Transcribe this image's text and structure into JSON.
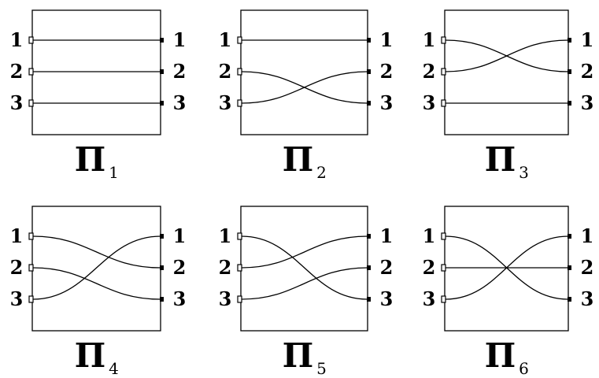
{
  "diagrams": [
    {
      "label_base": "П",
      "label_sub": "1",
      "left_numbers": [
        "1",
        "2",
        "3"
      ],
      "right_numbers": [
        "1",
        "2",
        "3"
      ],
      "permutation": [
        1,
        2,
        3
      ]
    },
    {
      "label_base": "П",
      "label_sub": "2",
      "left_numbers": [
        "1",
        "2",
        "3"
      ],
      "right_numbers": [
        "1",
        "2",
        "3"
      ],
      "permutation": [
        1,
        3,
        2
      ]
    },
    {
      "label_base": "П",
      "label_sub": "3",
      "left_numbers": [
        "1",
        "2",
        "3"
      ],
      "right_numbers": [
        "1",
        "2",
        "3"
      ],
      "permutation": [
        2,
        1,
        3
      ]
    },
    {
      "label_base": "П",
      "label_sub": "4",
      "left_numbers": [
        "1",
        "2",
        "3"
      ],
      "right_numbers": [
        "1",
        "2",
        "3"
      ],
      "permutation": [
        2,
        3,
        1
      ]
    },
    {
      "label_base": "П",
      "label_sub": "5",
      "left_numbers": [
        "1",
        "2",
        "3"
      ],
      "right_numbers": [
        "1",
        "2",
        "3"
      ],
      "permutation": [
        3,
        1,
        2
      ]
    },
    {
      "label_base": "П",
      "label_sub": "6",
      "left_numbers": [
        "1",
        "2",
        "3"
      ],
      "right_numbers": [
        "1",
        "2",
        "3"
      ],
      "permutation": [
        3,
        2,
        1
      ]
    }
  ]
}
